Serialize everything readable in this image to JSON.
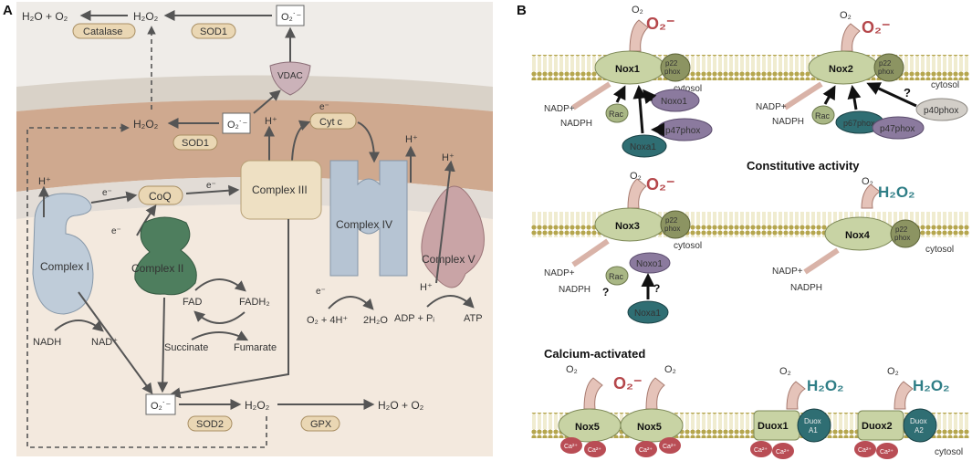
{
  "panel_a": {
    "label": "A",
    "top": {
      "h2o_o2": "H₂O + O₂",
      "h2o2": "H₂O₂",
      "o2": "O₂˙⁻",
      "catalase": "Catalase",
      "sod1": "SOD1"
    },
    "vdac": "VDAC",
    "ims": {
      "h2o2": "H₂O₂",
      "o2": "O₂˙⁻",
      "sod1": "SOD1",
      "hplus": "H⁺",
      "eminus": "e⁻",
      "cytc": "Cyt c",
      "hplus2": "H⁺",
      "hplus3": "H⁺"
    },
    "complexes": {
      "c1": "Complex I",
      "c2": "Complex II",
      "c3": "Complex III",
      "c4": "Complex IV",
      "c5": "Complex V",
      "coq": "CoQ"
    },
    "matrix": {
      "hplus_c1": "H⁺",
      "e1": "e⁻",
      "e2": "e⁻",
      "e3": "e⁻",
      "e4": "e⁻",
      "nadh": "NADH",
      "nad": "NAD⁺",
      "fad": "FAD",
      "fadh2": "FADH₂",
      "succinate": "Succinate",
      "fumarate": "Fumarate",
      "o2_4h": "O₂ + 4H⁺",
      "h2o_2": "2H₂O",
      "hplus_c5": "H⁺",
      "adp": "ADP + Pᵢ",
      "atp": "ATP",
      "o2_bottom": "O₂˙⁻",
      "sod2": "SOD2",
      "h2o2_bottom": "H₂O₂",
      "gpx": "GPX",
      "h2o_o2_bottom": "H₂O + O₂"
    }
  },
  "panel_b": {
    "label": "B",
    "o2": "O₂",
    "superoxide": "O₂⁻",
    "h2o2": "H₂O₂",
    "cytosol": "cytosol",
    "nadp": "NADP+",
    "nadph": "NADPH",
    "p22": "p22\nphox",
    "nox1": {
      "name": "Nox1",
      "rac": "Rac",
      "noxo1": "Noxo1",
      "p47": "p47phox",
      "noxa1": "Noxa1"
    },
    "nox2": {
      "name": "Nox2",
      "rac": "Rac",
      "p67": "p67phox",
      "p47": "p47phox",
      "p40": "p40phox",
      "q": "?"
    },
    "nox3": {
      "name": "Nox3",
      "rac": "Rac",
      "noxo1": "Noxo1",
      "noxa1": "Noxa1",
      "q1": "?",
      "q2": "?"
    },
    "nox4": {
      "name": "Nox4"
    },
    "constitutive": "Constitutive activity",
    "calcium": "Calcium-activated",
    "nox5": {
      "name": "Nox5",
      "ca": "Ca²⁺"
    },
    "duox1": {
      "name": "Duox1",
      "partner": "Duox\nA1"
    },
    "duox2": {
      "name": "Duox2",
      "partner": "Duox\nA2"
    }
  },
  "colors": {
    "superoxide": "#b5474b",
    "h2o2": "#2f7e86",
    "nox": "#c8d3a4",
    "p22": "#8c9462",
    "noxo1": "#8b7a9e",
    "noxa1": "#2f6e73",
    "rac": "#a9b785",
    "calcium": "#b94d55"
  }
}
